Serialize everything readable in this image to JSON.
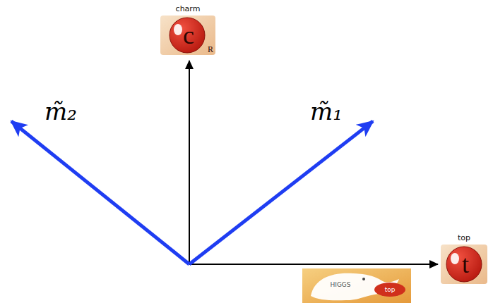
{
  "diagram": {
    "nodes": [
      {
        "text": [
          "charm",
          "c",
          "R"
        ]
      },
      {
        "text": [
          "top",
          "t"
        ]
      }
    ],
    "labels": [
      "m̃₂",
      "m̃₁",
      "HIGGS",
      "top"
    ]
  }
}
